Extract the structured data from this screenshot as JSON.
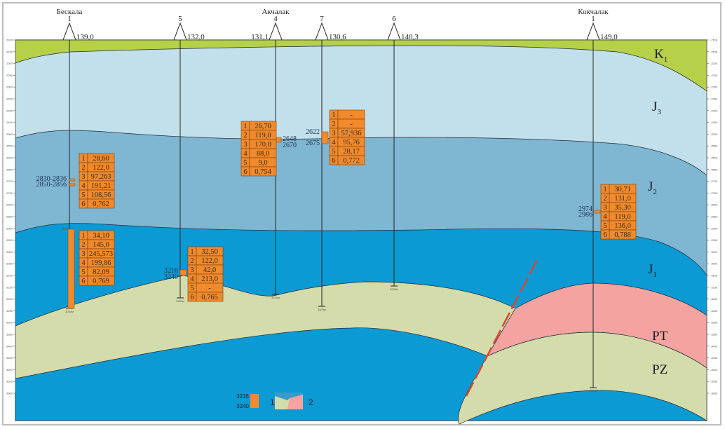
{
  "colors": {
    "K1": "#b6d04a",
    "J3": "#c2e0ec",
    "J2": "#7fb6d2",
    "J1": "#0b9ad4",
    "PT": "#f4a3a1",
    "PZ": "#d4dcab",
    "interval": "#f08a2c",
    "fault": "#d9462e"
  },
  "axis": {
    "ticks": [
      "-2100",
      "-2150",
      "-2200",
      "-2250",
      "-2300",
      "-2350",
      "-2400",
      "-2450",
      "-2500",
      "-2550",
      "-2600",
      "-2650",
      "-2700",
      "-2750",
      "-2800",
      "-2850",
      "-2900",
      "-2950",
      "-3000",
      "-3050",
      "-3100",
      "-3150",
      "-3200",
      "-3250",
      "-3300",
      "-3350",
      "-3400",
      "-3450",
      "-3500",
      "-3550",
      "-3600"
    ]
  },
  "layers": {
    "K1": {
      "main": "K",
      "sub": "1"
    },
    "J3": {
      "main": "J",
      "sub": "3"
    },
    "J2": {
      "main": "J",
      "sub": "2"
    },
    "J1": {
      "main": "J",
      "sub": "1"
    },
    "PT": {
      "main": "PT",
      "sub": ""
    },
    "PZ": {
      "main": "PZ",
      "sub": ""
    }
  },
  "wells": [
    {
      "area": "Бескала",
      "number": "1",
      "elevation": "139,0",
      "top_label": "3011",
      "bottom_label": "3250м",
      "depths": [
        "2830-2836",
        "2850-2856"
      ],
      "tables": [
        [
          "28,60",
          "122,0",
          "97,263",
          "191,21",
          "108,56",
          "0,762"
        ],
        [
          "34,10",
          "145,0",
          "245,573",
          "199,86",
          "82,09",
          "0,769"
        ]
      ]
    },
    {
      "area": "",
      "number": "5",
      "elevation": "132,0",
      "bottom_label": "3335м",
      "depths": [
        "3216",
        "3240"
      ],
      "tables": [
        [
          "32,50",
          "122,0",
          "42,0",
          "213,0",
          "-",
          "0,765"
        ]
      ]
    },
    {
      "area": "Акчалак",
      "number": "4",
      "elevation": "131,1",
      "bottom_label": "3240м",
      "depths": [
        "2648",
        "2670"
      ],
      "tables": [
        [
          "26,70",
          "119,0",
          "170,0",
          "88,0",
          "9,0",
          "0,754"
        ]
      ]
    },
    {
      "area": "",
      "number": "7",
      "elevation": "130,6",
      "bottom_label": "3345м",
      "depths": [
        "2622",
        "2675"
      ],
      "tables": [
        [
          "-",
          "-",
          "57,936",
          "95,76",
          "28,17",
          "0,772"
        ]
      ]
    },
    {
      "area": "",
      "number": "6",
      "elevation": "140,3",
      "bottom_label": "3280м",
      "depths": [],
      "tables": []
    },
    {
      "area": "Кокчалак",
      "number": "1",
      "elevation": "149,0",
      "bottom_label": "3720м",
      "depths": [
        "2974",
        "2986"
      ],
      "tables": [
        [
          "30,71",
          "131,0",
          "35,30",
          "119,0",
          "136,0",
          "0,788"
        ]
      ]
    }
  ],
  "row_numbers": [
    "1",
    "2",
    "3",
    "4",
    "5",
    "6"
  ],
  "legend": {
    "item1": {
      "top": "3216",
      "bottom": "3240",
      "label": "1"
    },
    "item2": {
      "label": "2"
    }
  }
}
